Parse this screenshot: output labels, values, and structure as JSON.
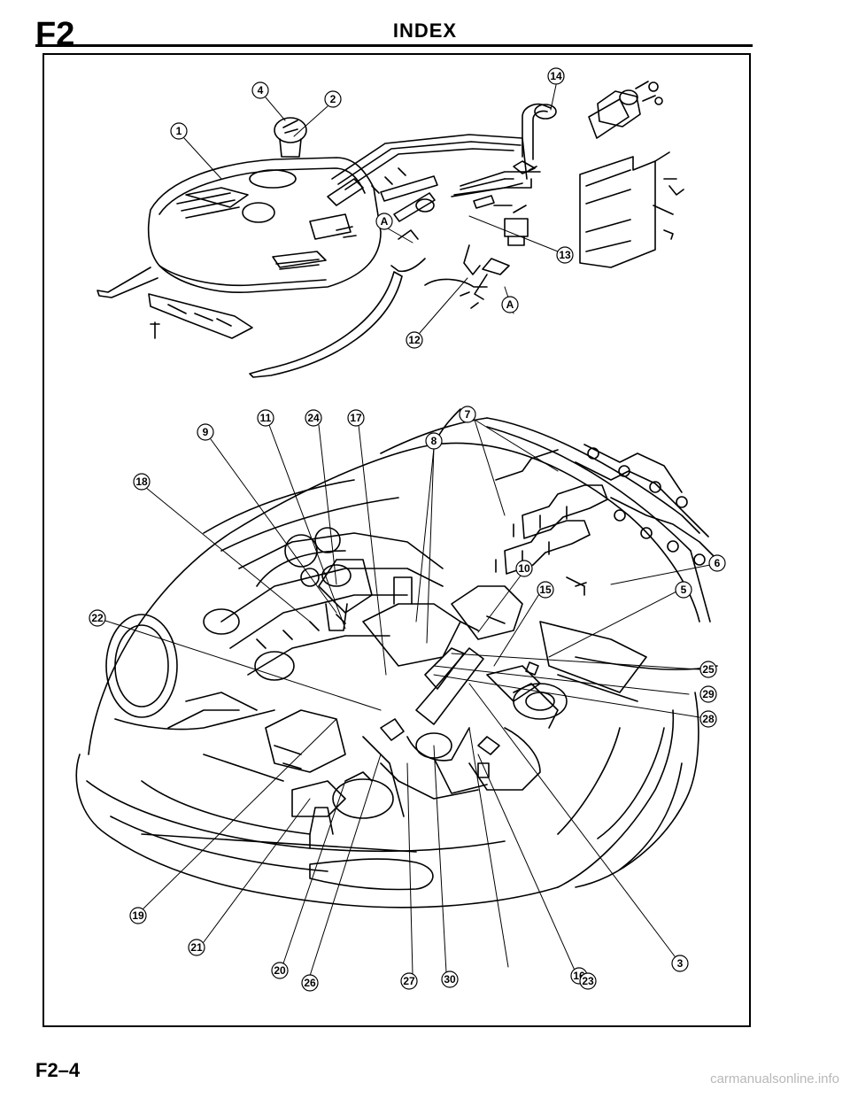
{
  "header": {
    "section_code": "F2",
    "title": "INDEX"
  },
  "footer": {
    "page_number": "F2–4",
    "watermark": "carmanualsonline.info"
  },
  "callouts": {
    "c1": "1",
    "c2": "2",
    "c3": "3",
    "c4": "4",
    "c5": "5",
    "c6": "6",
    "c7": "7",
    "c8": "8",
    "c9": "9",
    "c10": "10",
    "c11": "11",
    "c12": "12",
    "c13": "13",
    "c14": "14",
    "c15": "15",
    "c16": "16",
    "c17": "17",
    "c18": "18",
    "c19": "19",
    "c20": "20",
    "c21": "21",
    "c22": "22",
    "c23": "23",
    "c24": "24",
    "c25": "25",
    "c26": "26",
    "c27": "27",
    "c28": "28",
    "c29": "29",
    "c30": "30",
    "refA1": "A",
    "refA2": "A"
  }
}
